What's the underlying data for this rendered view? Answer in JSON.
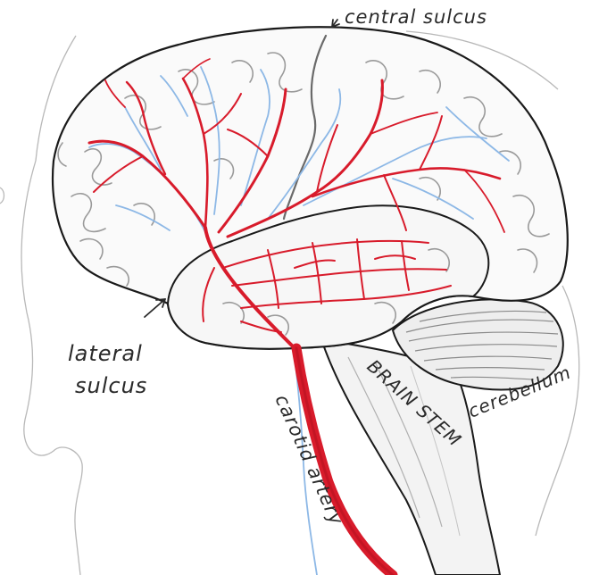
{
  "labels": {
    "central_sulcus": "central sulcus",
    "lateral_sulcus_line1": "lateral",
    "lateral_sulcus_line2": "sulcus",
    "brain_stem": "BRAIN STEM",
    "cerebellum": "cerebellum",
    "carotid_artery": "carotid artery"
  },
  "colors": {
    "outline": "#1a1a1a",
    "pencil_gray": "#9a9a9a",
    "artery_red": "#d81b2b",
    "vein_blue": "#8db8e6",
    "paper": "#ffffff"
  }
}
